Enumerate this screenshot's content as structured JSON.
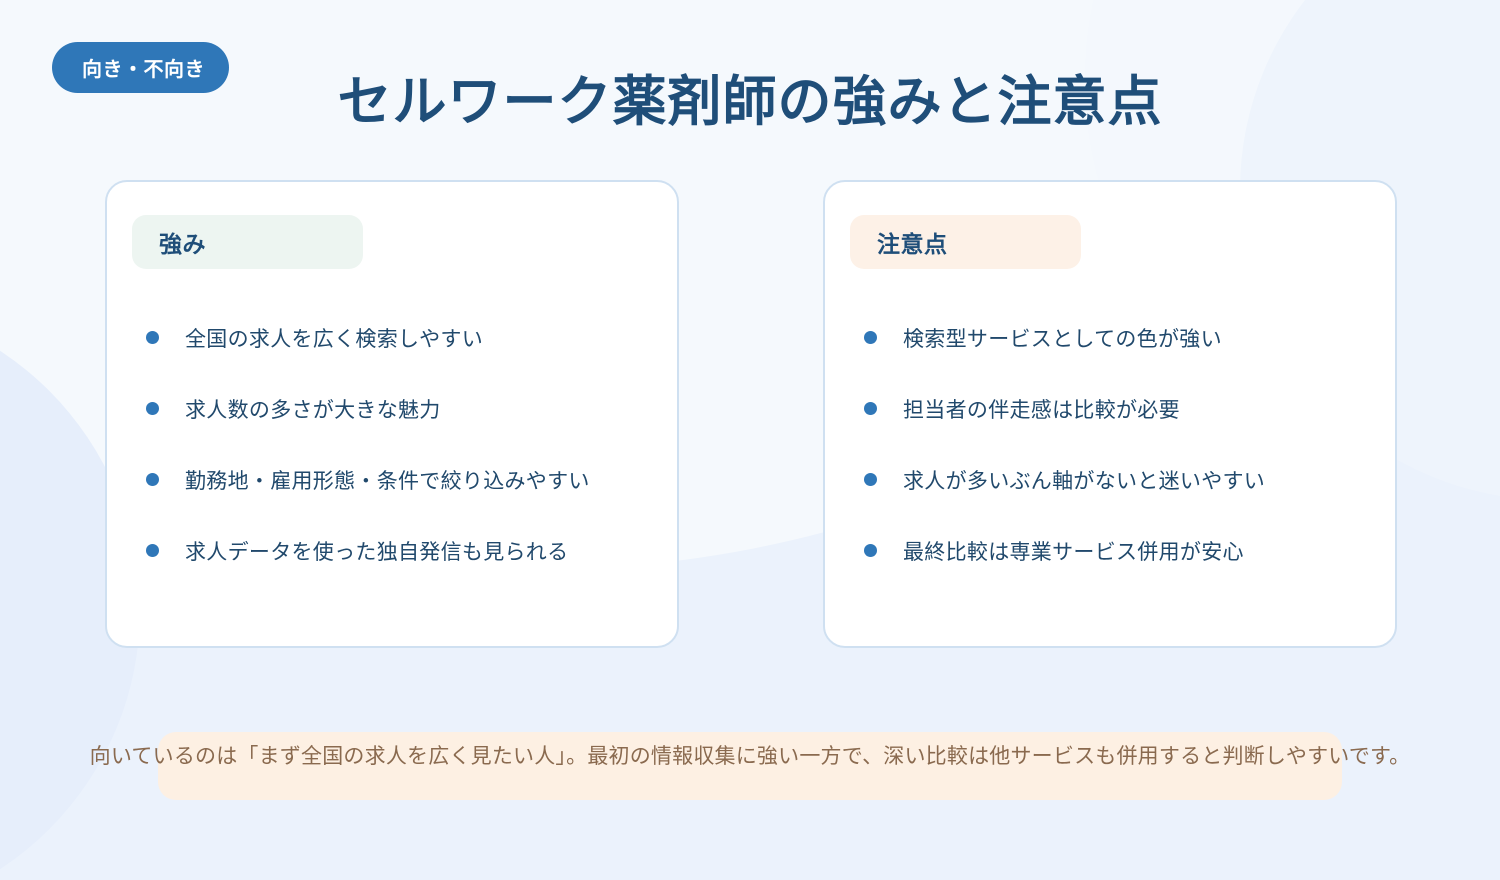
{
  "badge": {
    "label": "向き・不向き"
  },
  "title": "セルワーク薬剤師の強みと注意点",
  "cards": [
    {
      "heading": "強み",
      "items": [
        "全国の求人を広く検索しやすい",
        "求人数の多さが大きな魅力",
        "勤務地・雇用形態・条件で絞り込みやすい",
        "求人データを使った独自発信も見られる"
      ]
    },
    {
      "heading": "注意点",
      "items": [
        "検索型サービスとしての色が強い",
        "担当者の伴走感は比較が必要",
        "求人が多いぶん軸がないと迷いやすい",
        "最終比較は専業サービス併用が安心"
      ]
    }
  ],
  "footer": {
    "text": "向いているのは「まず全国の求人を広く見たい人」。最初の情報収集に強い一方で、深い比較は他サービスも併用すると判断しやすいです。"
  },
  "colors": {
    "background": "#ebf2fc",
    "badge": "#2f77b8",
    "title": "#1f4e79",
    "card_border": "#cfe0f1",
    "card_background": "#ffffff",
    "strength_pill": "#edf5f1",
    "caution_pill": "#fdf1e7",
    "bullet": "#2f77b8",
    "item_text": "#21496c",
    "footer_text": "#8a6a4f",
    "footer_band": "#fdf0e3"
  }
}
